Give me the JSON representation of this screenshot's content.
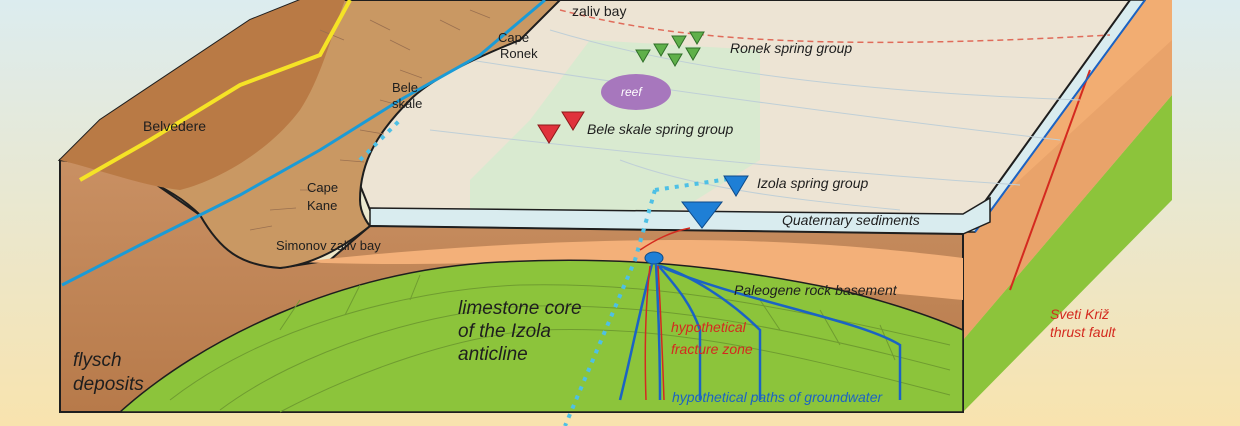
{
  "colors": {
    "background_top": "#dcecef",
    "background_bottom": "#f8e3ae",
    "flysch_brown": "#b97a45",
    "coast_brown": "#c99863",
    "sea_beige": "#ede4d4",
    "limestone_green": "#8cc43b",
    "spring_band_green": "#d8ead0",
    "paleogene_orange": "#f3b079",
    "quaternary_blue": "#d9ecef",
    "reef_purple": "#a777bd",
    "groundwater_blue": "#1b63c4",
    "fault_red": "#d42a1f",
    "coast_yellow": "#f5e326"
  },
  "labels": {
    "zaliv_bay": "zaliv bay",
    "cape_ronek": [
      "Cape",
      "Ronek"
    ],
    "ronek_springs": "Ronek spring group",
    "bele_skale": [
      "Bele",
      "skale"
    ],
    "reef": "reef",
    "belvedere": "Belvedere",
    "bele_skale_springs": "Bele skale spring group",
    "cape_kane": [
      "Cape",
      "Kane"
    ],
    "izola_springs": "Izola spring group",
    "quaternary": "Quaternary sediments",
    "simonov_bay": "Simonov zaliv bay",
    "paleogene": "Paleogene rock basement",
    "limestone_core": [
      "limestone core",
      "of the Izola",
      "anticline"
    ],
    "fracture_zone": [
      "hypothetical",
      "fracture zone"
    ],
    "flysch": [
      "flysch",
      "deposits"
    ],
    "groundwater_paths": "hypothetical paths of groundwater",
    "thrust_fault": [
      "Sveti Križ",
      "thrust fault"
    ]
  },
  "springs": {
    "ronek": {
      "label": "Ronek spring group",
      "color": "#5fb04a"
    },
    "bele_skale": {
      "label": "Bele skale spring group",
      "color": "#e0323c"
    },
    "izola": {
      "label": "Izola spring group",
      "color": "#1e7fd6"
    }
  }
}
